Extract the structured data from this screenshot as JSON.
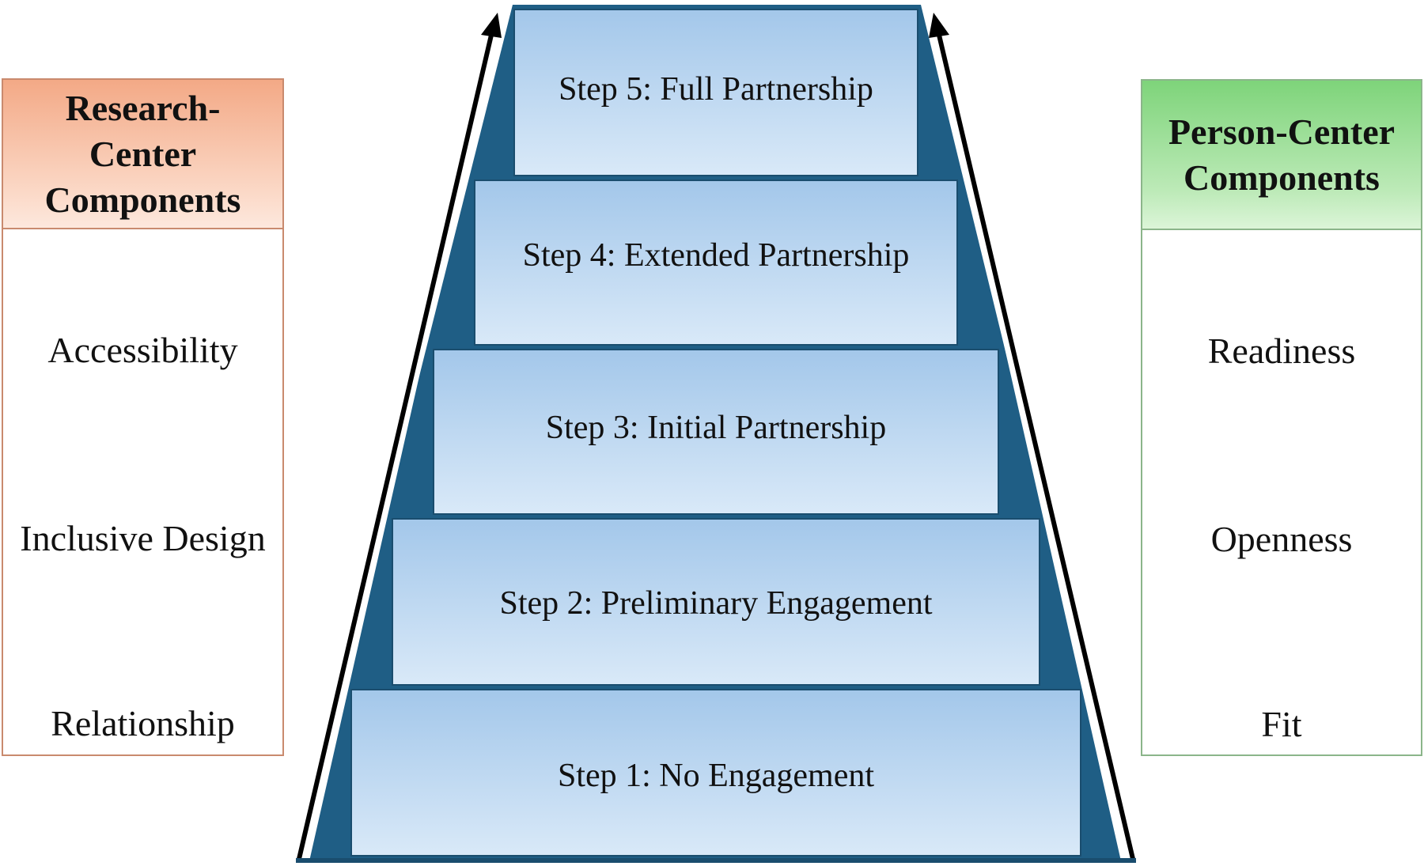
{
  "steps": [
    {
      "label": "Step 5: Full Partnership"
    },
    {
      "label": "Step 4: Extended Partnership"
    },
    {
      "label": "Step 3: Initial Partnership"
    },
    {
      "label": "Step 2: Preliminary Engagement"
    },
    {
      "label": "Step 1: No Engagement"
    }
  ],
  "research_box": {
    "title_lines": [
      "Research-",
      "Center",
      "Components"
    ],
    "items": [
      "Accessibility",
      "Inclusive Design",
      "Relationship"
    ]
  },
  "person_box": {
    "title_lines": [
      "Person-Center",
      "Components"
    ],
    "items": [
      "Readiness",
      "Openness",
      "Fit"
    ]
  },
  "colors": {
    "pyramid_fill": "#1f5e85",
    "step_gradient_top": "#a3c7ea",
    "step_gradient_bottom": "#d9e9f8",
    "arrow": "#000000"
  },
  "icons": [
    "arrow-up-icon"
  ]
}
